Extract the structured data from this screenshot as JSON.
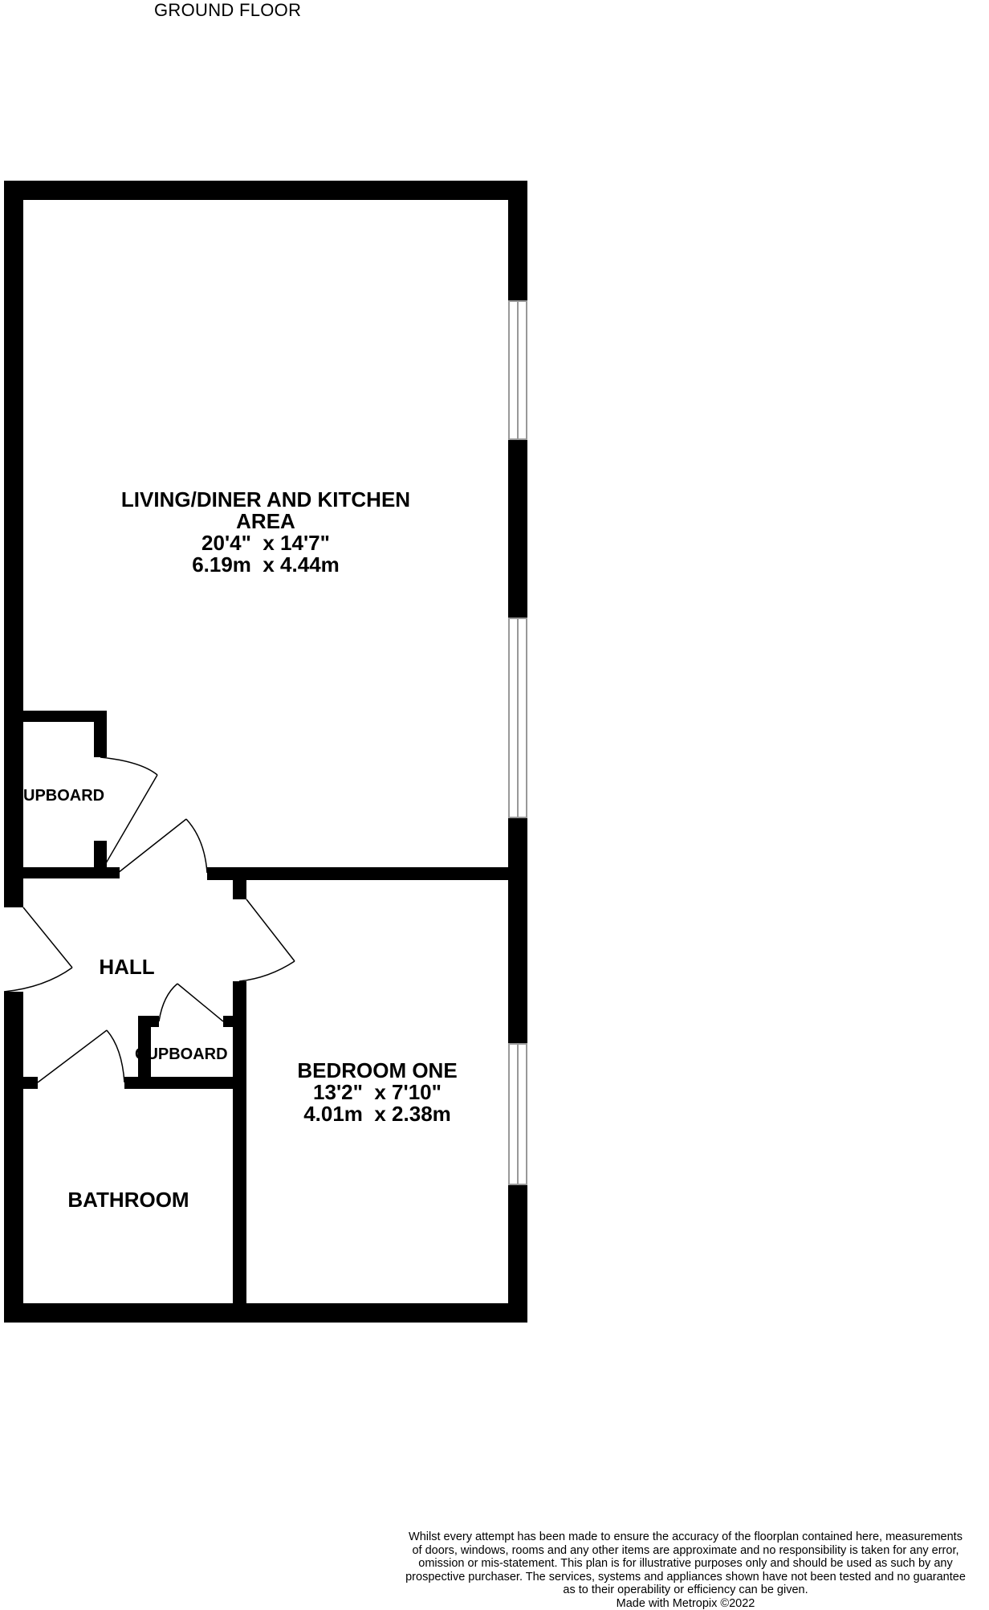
{
  "floor": {
    "title": "GROUND FLOOR"
  },
  "rooms": {
    "living": {
      "name_line1": "LIVING/DINER AND KITCHEN",
      "name_line2": "AREA",
      "dims_imperial": "20'4\"  x 14'7\"",
      "dims_metric": "6.19m  x 4.44m"
    },
    "bedroom": {
      "name": "BEDROOM ONE",
      "dims_imperial": "13'2\"  x 7'10\"",
      "dims_metric": "4.01m  x 2.38m"
    },
    "hall": {
      "name": "HALL"
    },
    "bathroom": {
      "name": "BATHROOM"
    },
    "cupboard_upper": {
      "name": "UPBOARD"
    },
    "cupboard_lower": {
      "name": "CUPBOARD"
    }
  },
  "disclaimer": {
    "lines": [
      "Whilst every attempt has been made to ensure the accuracy of the floorplan contained here, measurements",
      "of doors, windows, rooms and any other items are approximate and no responsibility is taken for any error,",
      "omission or mis-statement. This plan is for illustrative purposes only and should be used as such by any",
      "prospective purchaser. The services, systems and appliances shown have not been tested and no guarantee",
      "as to their operability or efficiency can be given."
    ],
    "credit": "Made with Metropix ©2022"
  },
  "colors": {
    "wall": "#000000",
    "window": "#999999",
    "background": "#ffffff"
  }
}
